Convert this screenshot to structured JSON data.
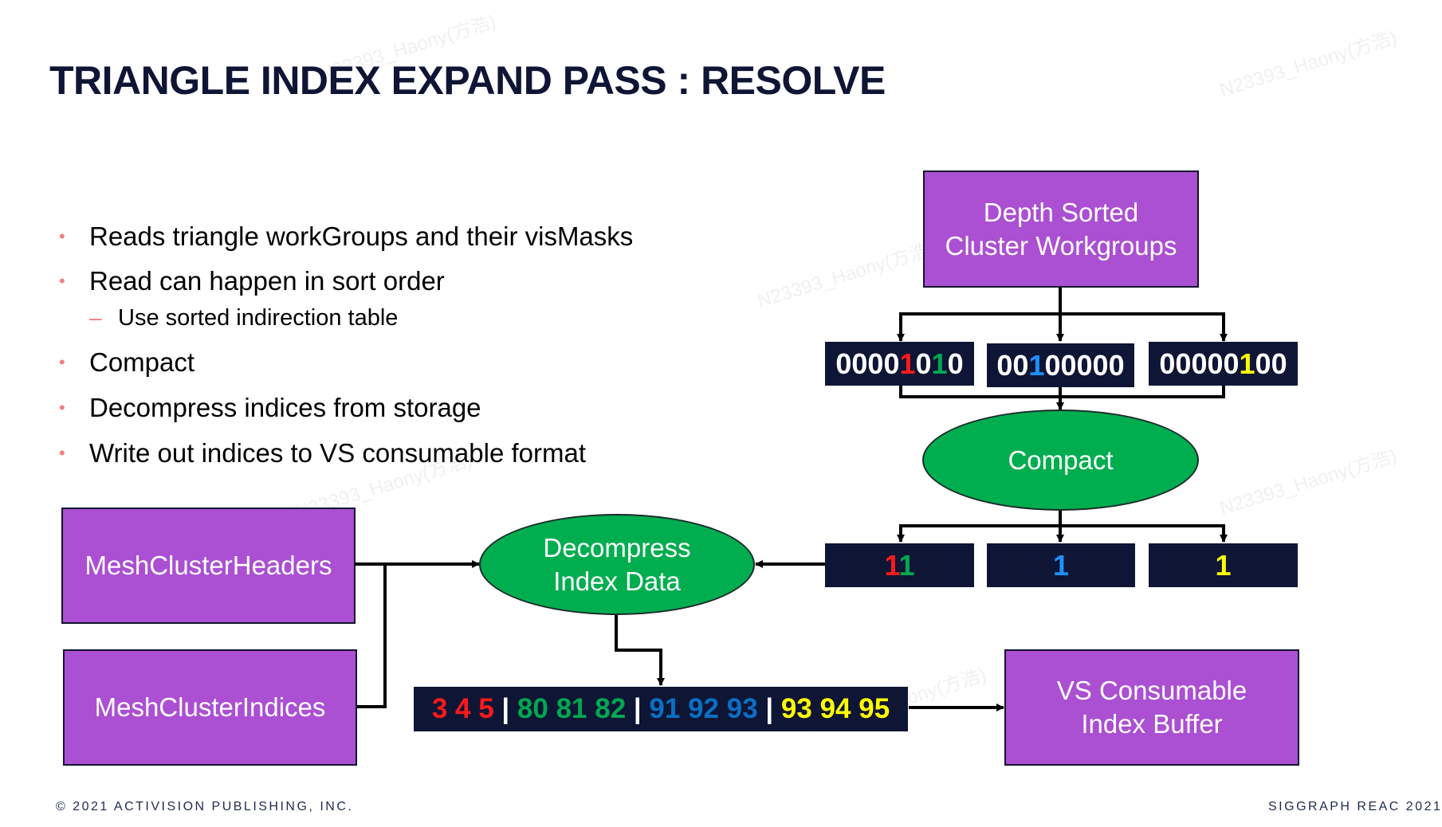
{
  "slide": {
    "title": "TRIANGLE INDEX EXPAND PASS : RESOLVE",
    "bullets": [
      {
        "level": 1,
        "text": "Reads triangle workGroups and their visMasks"
      },
      {
        "level": 1,
        "text": "Read can happen in sort order"
      },
      {
        "level": 2,
        "text": "Use sorted indirection table"
      },
      {
        "level": 1,
        "text": "Compact"
      },
      {
        "level": 1,
        "text": "Decompress indices from storage"
      },
      {
        "level": 1,
        "text": "Write out indices to VS consumable format"
      }
    ],
    "bullet_glyph": "•",
    "sub_bullet_glyph": "–",
    "footer_left": "© 2021 ACTIVISION PUBLISHING, INC.",
    "footer_right": "SIGGRAPH REAC 2021",
    "watermark": "N23393_Haony(方浩)"
  },
  "diagram": {
    "source_box": {
      "line1": "Depth Sorted",
      "line2": "Cluster Workgroups"
    },
    "vis_masks": [
      {
        "segments": [
          {
            "t": "0000",
            "c": "#ffffff"
          },
          {
            "t": "1",
            "c": "#ff1a1a"
          },
          {
            "t": "0",
            "c": "#ffffff"
          },
          {
            "t": "1",
            "c": "#00a84f"
          },
          {
            "t": "0",
            "c": "#ffffff"
          }
        ]
      },
      {
        "segments": [
          {
            "t": "00",
            "c": "#ffffff"
          },
          {
            "t": "1",
            "c": "#1e90ff"
          },
          {
            "t": "00000",
            "c": "#ffffff"
          }
        ]
      },
      {
        "segments": [
          {
            "t": "00000",
            "c": "#ffffff"
          },
          {
            "t": "1",
            "c": "#ffff00"
          },
          {
            "t": "00",
            "c": "#ffffff"
          }
        ]
      }
    ],
    "compact_label": "Compact",
    "compacted": [
      {
        "segments": [
          {
            "t": "1",
            "c": "#ff1a1a"
          },
          {
            "t": "1",
            "c": "#00a84f"
          }
        ]
      },
      {
        "segments": [
          {
            "t": "1",
            "c": "#1e90ff"
          }
        ]
      },
      {
        "segments": [
          {
            "t": "1",
            "c": "#ffff00"
          }
        ]
      }
    ],
    "decompress_label": {
      "line1": "Decompress",
      "line2": "Index Data"
    },
    "inputs": [
      "MeshClusterHeaders",
      "MeshClusterIndices"
    ],
    "index_strip": [
      {
        "t": "3 4 5",
        "c": "#ff1a1a"
      },
      {
        "t": " | ",
        "c": "#ffffff"
      },
      {
        "t": "80 81 82",
        "c": "#00a84f"
      },
      {
        "t": " | ",
        "c": "#ffffff"
      },
      {
        "t": "91 92 93",
        "c": "#0a6fc4"
      },
      {
        "t": " | ",
        "c": "#ffffff"
      },
      {
        "t": "93 94 95",
        "c": "#ffff00"
      }
    ],
    "output_box": {
      "line1": "VS Consumable",
      "line2": "Index Buffer"
    }
  },
  "colors": {
    "title": "#0f1535",
    "purple_box": "#ab4fd3",
    "navy_box": "#0f1535",
    "green_ellipse": "#00ad4f",
    "bullet_accent": "#f08080"
  }
}
